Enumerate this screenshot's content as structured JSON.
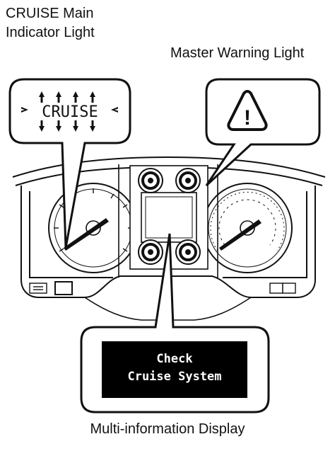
{
  "labels": {
    "cruise_main": [
      "CRUISE Main",
      "Indicator Light"
    ],
    "master_warning": "Master Warning Light",
    "multi_info": "Multi-information Display"
  },
  "cruise_indicator_text": "CRUISE",
  "display_message": [
    "Check",
    "Cruise System"
  ],
  "warning_symbol": "!",
  "colors": {
    "line": "#111111",
    "display_bg": "#000000",
    "display_text": "#ffffff",
    "background": "#ffffff"
  },
  "icons": {
    "master_warning": "warning-triangle-icon",
    "cruise_flash": "flash-rays-icon"
  }
}
